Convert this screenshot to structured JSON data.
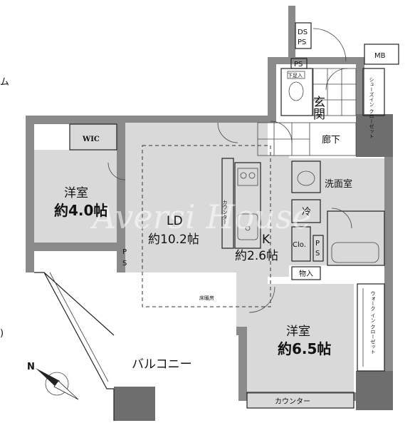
{
  "rooms": {
    "western_room_1": {
      "name": "洋室",
      "size": "約4.0帖"
    },
    "living_dining": {
      "name": "LD",
      "size": "約10.2帖"
    },
    "kitchen": {
      "name": "K",
      "size": "約2.6帖"
    },
    "western_room_2": {
      "name": "洋室",
      "size": "約6.5帖"
    },
    "entrance": "玄関",
    "corridor": "廊下",
    "washroom": "洗面室",
    "balcony": "バルコニー"
  },
  "fixtures": {
    "walk_in_closet": "WIC",
    "ds_ps": [
      "DS",
      "PS"
    ],
    "ps_top": "PS",
    "meter_box": "MB",
    "shoes_in_closet": "シューズイン\nクローゼット",
    "ps_left": [
      "P",
      "S"
    ],
    "ps_kitchen": [
      "P",
      "S"
    ],
    "closet": "Clo.",
    "refrigerator": "冷",
    "storage": "物入",
    "walk_in_closet_2": "ウォーク\nイン\nクローゼット",
    "floor_heating": "床暖房",
    "counter_kitchen": "カウンター",
    "counter_bottom": "カウンター",
    "shoe_box": "下足入"
  },
  "edge_text": {
    "top": "ム",
    "bottom": ")"
  },
  "compass": {
    "label": "N"
  },
  "watermark": "Aversi House",
  "colors": {
    "wall": "#8a8a8a",
    "room": "#d9d9d9",
    "text": "#111111"
  }
}
